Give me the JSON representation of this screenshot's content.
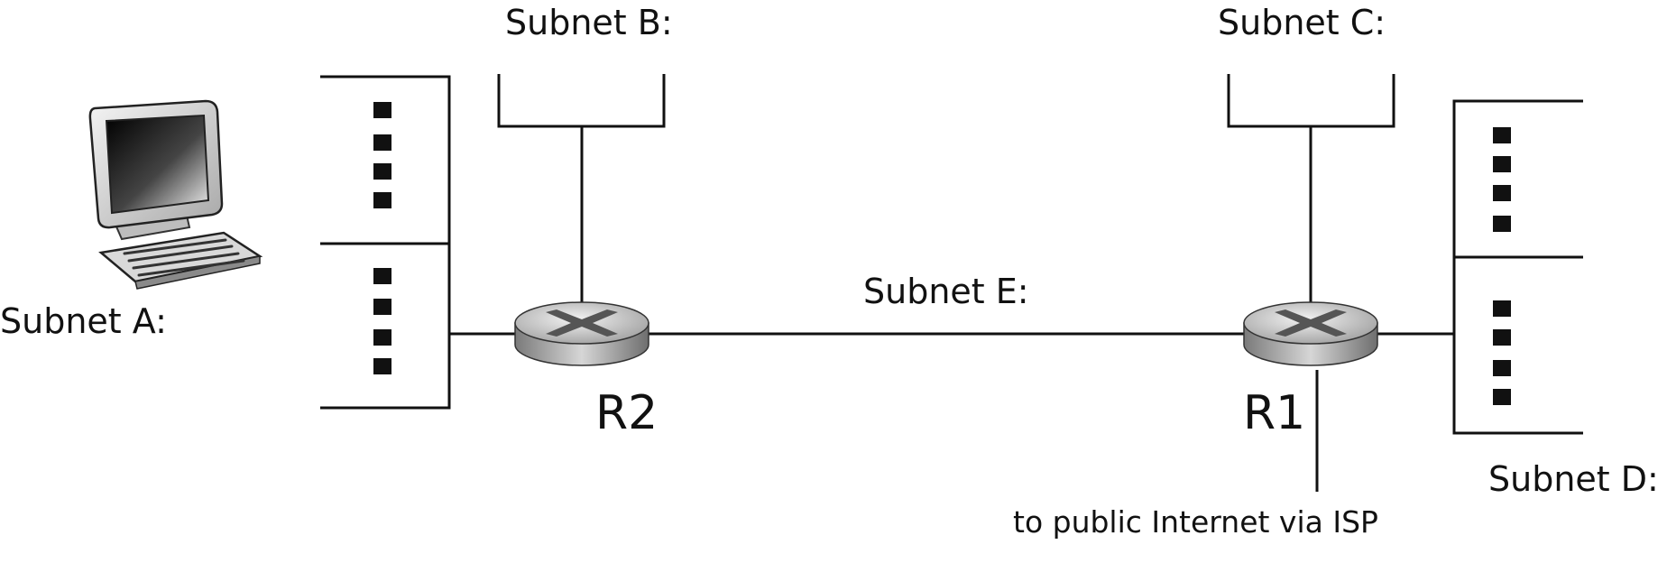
{
  "subnets": {
    "a": "Subnet A:",
    "b": "Subnet B:",
    "c": "Subnet C:",
    "d": "Subnet D:",
    "e": "Subnet E:"
  },
  "routers": {
    "r1": "R1",
    "r2": "R2"
  },
  "uplink": "to public Internet via ISP",
  "icons": [
    "computer-icon",
    "router-icon",
    "switch-port-icon"
  ]
}
